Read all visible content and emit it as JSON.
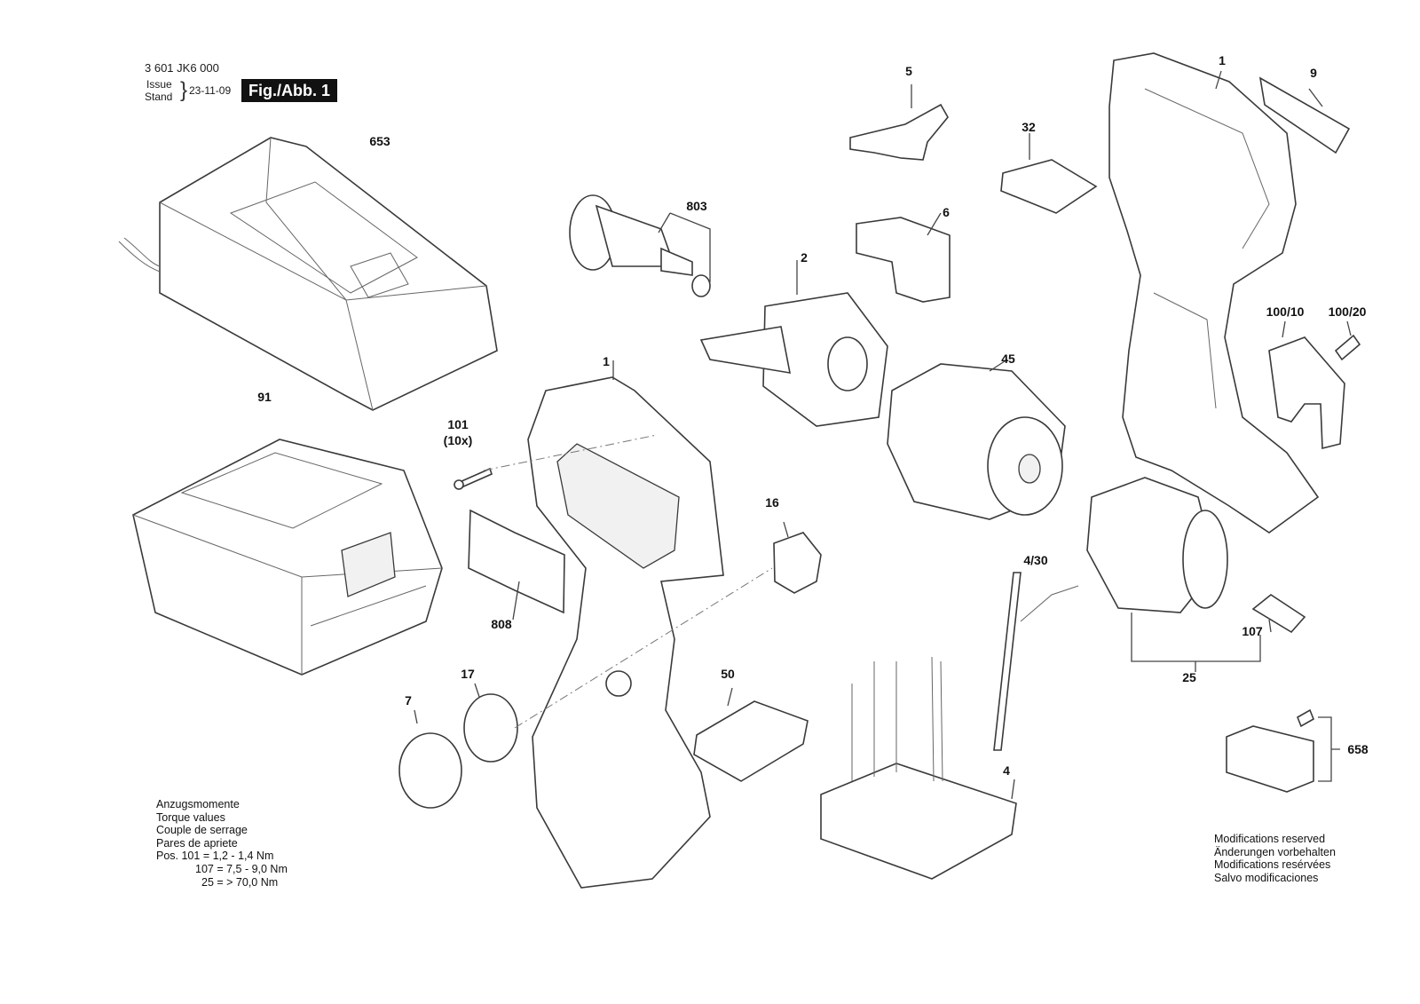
{
  "header": {
    "part_number": "3 601 JK6 000",
    "issue_label": "Issue",
    "stand_label": "Stand",
    "date": "23-11-09",
    "figure": "Fig./Abb. 1"
  },
  "parts": [
    {
      "id": "653",
      "label": "653"
    },
    {
      "id": "91",
      "label": "91"
    },
    {
      "id": "803",
      "label": "803"
    },
    {
      "id": "2",
      "label": "2"
    },
    {
      "id": "5",
      "label": "5"
    },
    {
      "id": "32",
      "label": "32"
    },
    {
      "id": "6",
      "label": "6"
    },
    {
      "id": "45",
      "label": "45"
    },
    {
      "id": "1a",
      "label": "1"
    },
    {
      "id": "1b",
      "label": "1"
    },
    {
      "id": "9",
      "label": "9"
    },
    {
      "id": "100_10",
      "label": "100/10"
    },
    {
      "id": "100_20",
      "label": "100/20"
    },
    {
      "id": "101",
      "label": "101"
    },
    {
      "id": "101_qty",
      "label": "(10x)"
    },
    {
      "id": "16",
      "label": "16"
    },
    {
      "id": "808",
      "label": "808"
    },
    {
      "id": "17",
      "label": "17"
    },
    {
      "id": "7",
      "label": "7"
    },
    {
      "id": "50",
      "label": "50"
    },
    {
      "id": "4_30",
      "label": "4/30"
    },
    {
      "id": "4",
      "label": "4"
    },
    {
      "id": "107",
      "label": "107"
    },
    {
      "id": "25",
      "label": "25"
    },
    {
      "id": "658",
      "label": "658"
    }
  ],
  "torque_notes": {
    "lines": [
      "Anzugsmomente",
      "Torque values",
      "Couple de serrage",
      "Pares de apriete"
    ],
    "values": [
      "Pos.  101 = 1,2 - 1,4 Nm",
      "107 = 7,5 - 9,0 Nm",
      "25 = > 70,0 Nm"
    ]
  },
  "modifications": [
    "Modifications reserved",
    "Änderungen vorbehalten",
    "Modifications resérvées",
    "Salvo modificaciones"
  ]
}
